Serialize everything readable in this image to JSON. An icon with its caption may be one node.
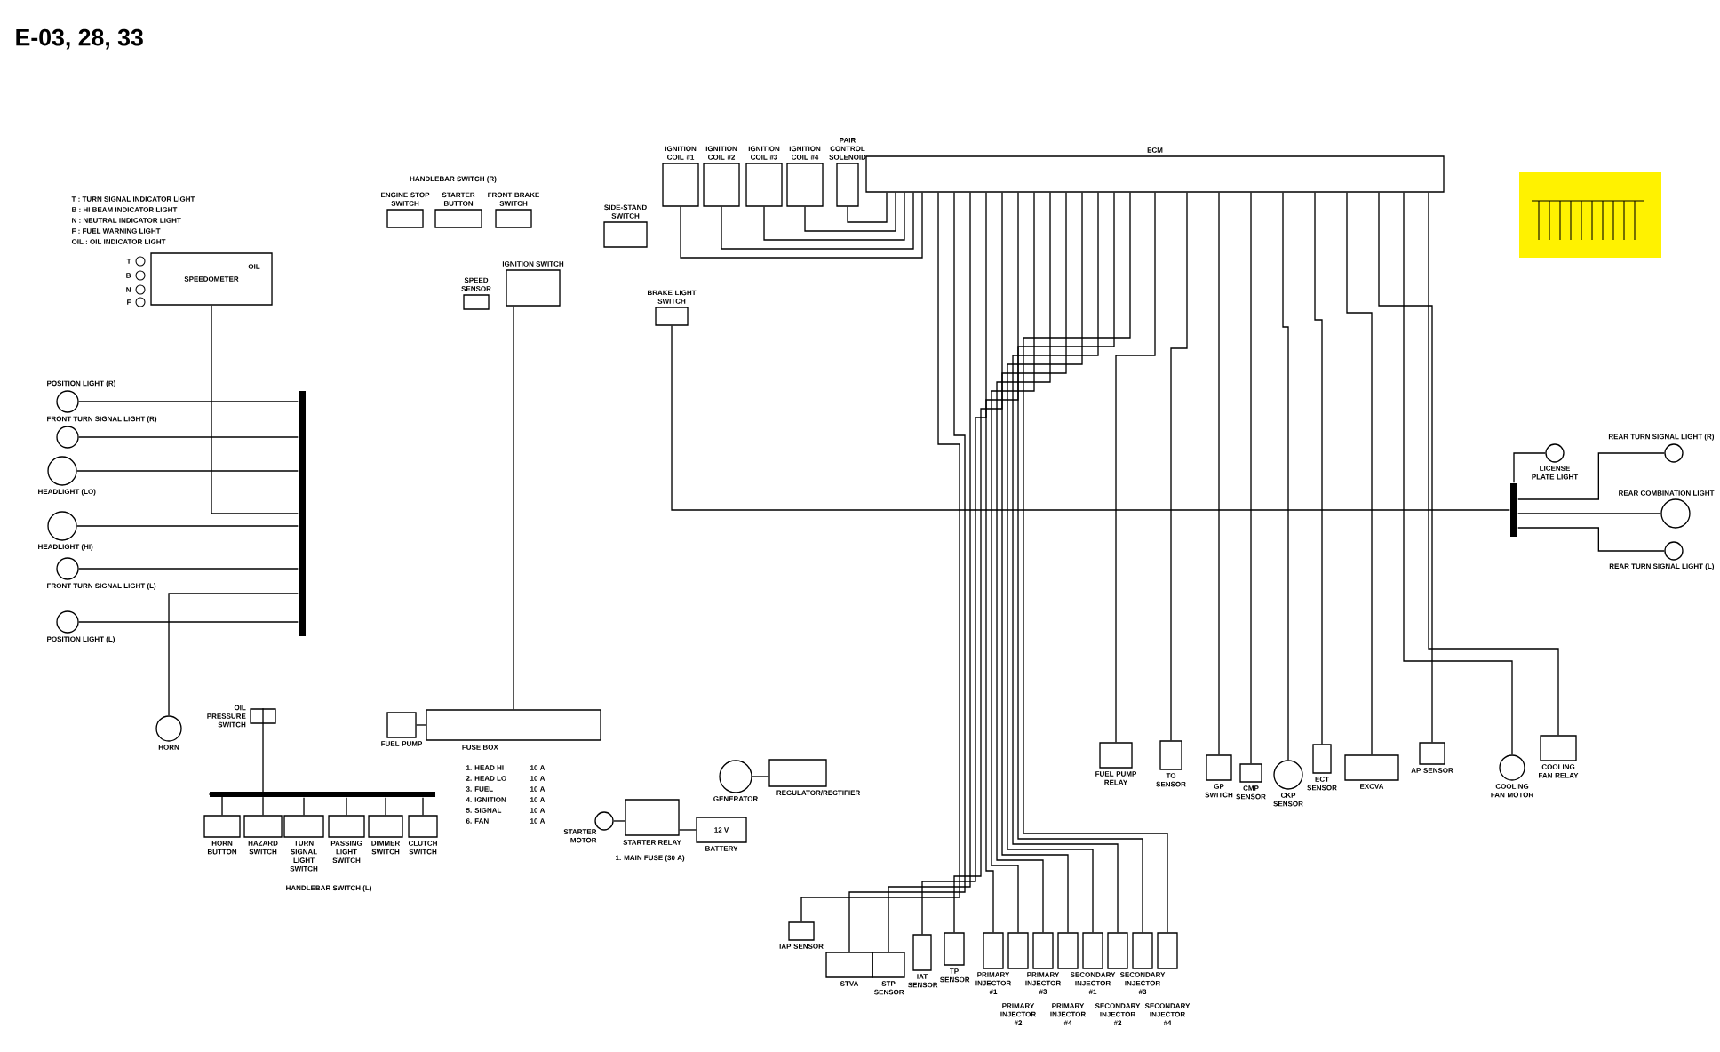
{
  "diagram": {
    "title": "E-03, 28, 33",
    "nodes": [
      {
        "text": [
          "SPEEDOMETER"
        ]
      },
      {
        "text": [
          "ECM"
        ]
      },
      {
        "text": [
          "ENGINE STOP SWITCH"
        ]
      },
      {
        "text": [
          "STARTER BUTTON"
        ]
      },
      {
        "text": [
          "FRONT BRAKE SWITCH"
        ]
      },
      {
        "text": [
          "SPEED SENSOR"
        ]
      },
      {
        "text": [
          "IGNITION SWITCH"
        ]
      },
      {
        "text": [
          "SIDE-STAND SWITCH"
        ]
      },
      {
        "text": [
          "BRAKE LIGHT SWITCH"
        ]
      },
      {
        "text": [
          "IGNITION COIL #1"
        ]
      },
      {
        "text": [
          "IGNITION COIL #2"
        ]
      },
      {
        "text": [
          "IGNITION COIL #3"
        ]
      },
      {
        "text": [
          "IGNITION COIL #4"
        ]
      },
      {
        "text": [
          "PAIR CONTROL SOLENOID"
        ]
      },
      {
        "text": [
          "POSITION LIGHT (R)"
        ]
      },
      {
        "text": [
          "FRONT TURN SIGNAL LIGHT (R)"
        ]
      },
      {
        "text": [
          "HEADLIGHT (LO)"
        ]
      },
      {
        "text": [
          "HEADLIGHT (HI)"
        ]
      },
      {
        "text": [
          "FRONT TURN SIGNAL LIGHT (L)"
        ]
      },
      {
        "text": [
          "POSITION LIGHT (L)"
        ]
      },
      {
        "text": [
          "HORN"
        ]
      },
      {
        "text": [
          "OIL PRESSURE SWITCH"
        ]
      },
      {
        "text": [
          "HORN BUTTON"
        ]
      },
      {
        "text": [
          "HAZARD SWITCH"
        ]
      },
      {
        "text": [
          "TURN SIGNAL LIGHT SWITCH"
        ]
      },
      {
        "text": [
          "PASSING LIGHT SWITCH"
        ]
      },
      {
        "text": [
          "DIMMER SWITCH"
        ]
      },
      {
        "text": [
          "CLUTCH SWITCH"
        ]
      },
      {
        "text": [
          "FUEL PUMP"
        ]
      },
      {
        "text": [
          "FUSE BOX"
        ]
      },
      {
        "text": [
          "STARTER MOTOR"
        ]
      },
      {
        "text": [
          "STARTER RELAY"
        ]
      },
      {
        "text": [
          "12 V",
          "BATTERY"
        ]
      },
      {
        "text": [
          "GENERATOR"
        ]
      },
      {
        "text": [
          "REGULATOR/RECTIFIER"
        ]
      },
      {
        "text": [
          "IAP SENSOR"
        ]
      },
      {
        "text": [
          "STVA"
        ]
      },
      {
        "text": [
          "STP SENSOR"
        ]
      },
      {
        "text": [
          "IAT SENSOR"
        ]
      },
      {
        "text": [
          "TP SENSOR"
        ]
      },
      {
        "text": [
          "PRIMARY INJECTOR #1"
        ]
      },
      {
        "text": [
          "PRIMARY INJECTOR #2"
        ]
      },
      {
        "text": [
          "PRIMARY INJECTOR #3"
        ]
      },
      {
        "text": [
          "PRIMARY INJECTOR #4"
        ]
      },
      {
        "text": [
          "SECONDARY INJECTOR #1"
        ]
      },
      {
        "text": [
          "SECONDARY INJECTOR #2"
        ]
      },
      {
        "text": [
          "SECONDARY INJECTOR #3"
        ]
      },
      {
        "text": [
          "SECONDARY INJECTOR #4"
        ]
      },
      {
        "text": [
          "FUEL PUMP RELAY"
        ]
      },
      {
        "text": [
          "TO SENSOR"
        ]
      },
      {
        "text": [
          "GP SWITCH"
        ]
      },
      {
        "text": [
          "CMP SENSOR"
        ]
      },
      {
        "text": [
          "CKP SENSOR"
        ]
      },
      {
        "text": [
          "ECT SENSOR"
        ]
      },
      {
        "text": [
          "EXCVA"
        ]
      },
      {
        "text": [
          "AP SENSOR"
        ]
      },
      {
        "text": [
          "COOLING FAN MOTOR"
        ]
      },
      {
        "text": [
          "COOLING FAN RELAY"
        ]
      },
      {
        "text": [
          "LICENSE PLATE LIGHT"
        ]
      },
      {
        "text": [
          "REAR TURN SIGNAL LIGHT (R)"
        ]
      },
      {
        "text": [
          "REAR COMBINATION LIGHT"
        ]
      },
      {
        "text": [
          "REAR TURN SIGNAL LIGHT (L)"
        ]
      },
      {
        "text": [],
        "shape": "bar"
      },
      {
        "text": [],
        "shape": "bar"
      },
      {
        "text": [],
        "shape": "bar"
      }
    ],
    "edges": [
      {
        "from": 14,
        "to": 62,
        "arrow": "none"
      },
      {
        "from": 15,
        "to": 62,
        "arrow": "none"
      },
      {
        "from": 16,
        "to": 62,
        "arrow": "none"
      },
      {
        "from": 17,
        "to": 62,
        "arrow": "none"
      },
      {
        "from": 18,
        "to": 62,
        "arrow": "none"
      },
      {
        "from": 19,
        "to": 62,
        "arrow": "none"
      },
      {
        "from": 0,
        "to": 62,
        "arrow": "none"
      },
      {
        "from": 20,
        "to": 62,
        "arrow": "none"
      },
      {
        "from": 22,
        "to": 63,
        "arrow": "none"
      },
      {
        "from": 23,
        "to": 63,
        "arrow": "none"
      },
      {
        "from": 24,
        "to": 63,
        "arrow": "none"
      },
      {
        "from": 25,
        "to": 63,
        "arrow": "none"
      },
      {
        "from": 26,
        "to": 63,
        "arrow": "none"
      },
      {
        "from": 27,
        "to": 63,
        "arrow": "none"
      },
      {
        "from": 21,
        "to": 63,
        "arrow": "none"
      },
      {
        "from": 28,
        "to": 29,
        "arrow": "none"
      },
      {
        "from": 30,
        "to": 31,
        "arrow": "none"
      },
      {
        "from": 32,
        "to": 31,
        "arrow": "none"
      },
      {
        "from": 33,
        "to": 34,
        "arrow": "none"
      },
      {
        "from": 29,
        "to": 6,
        "arrow": "none"
      },
      {
        "from": 8,
        "to": 64,
        "arrow": "none"
      },
      {
        "from": 58,
        "to": 64,
        "arrow": "none"
      },
      {
        "from": 59,
        "to": 64,
        "arrow": "none"
      },
      {
        "from": 60,
        "to": 64,
        "arrow": "none"
      },
      {
        "from": 61,
        "to": 64,
        "arrow": "none"
      },
      {
        "from": 9,
        "to": 1,
        "arrow": "none"
      },
      {
        "from": 10,
        "to": 1,
        "arrow": "none"
      },
      {
        "from": 11,
        "to": 1,
        "arrow": "none"
      },
      {
        "from": 12,
        "to": 1,
        "arrow": "none"
      },
      {
        "from": 13,
        "to": 1,
        "arrow": "none"
      },
      {
        "from": 35,
        "to": 1,
        "arrow": "none"
      },
      {
        "from": 36,
        "to": 1,
        "arrow": "none"
      },
      {
        "from": 37,
        "to": 1,
        "arrow": "none"
      },
      {
        "from": 38,
        "to": 1,
        "arrow": "none"
      },
      {
        "from": 39,
        "to": 1,
        "arrow": "none"
      },
      {
        "from": 40,
        "to": 1,
        "arrow": "none"
      },
      {
        "from": 41,
        "to": 1,
        "arrow": "none"
      },
      {
        "from": 42,
        "to": 1,
        "arrow": "none"
      },
      {
        "from": 43,
        "to": 1,
        "arrow": "none"
      },
      {
        "from": 44,
        "to": 1,
        "arrow": "none"
      },
      {
        "from": 45,
        "to": 1,
        "arrow": "none"
      },
      {
        "from": 46,
        "to": 1,
        "arrow": "none"
      },
      {
        "from": 47,
        "to": 1,
        "arrow": "none"
      },
      {
        "from": 48,
        "to": 1,
        "arrow": "none"
      },
      {
        "from": 49,
        "to": 1,
        "arrow": "none"
      },
      {
        "from": 50,
        "to": 1,
        "arrow": "none"
      },
      {
        "from": 51,
        "to": 1,
        "arrow": "none"
      },
      {
        "from": 52,
        "to": 1,
        "arrow": "none"
      },
      {
        "from": 53,
        "to": 1,
        "arrow": "none"
      },
      {
        "from": 54,
        "to": 1,
        "arrow": "none"
      },
      {
        "from": 55,
        "to": 1,
        "arrow": "none"
      },
      {
        "from": 56,
        "to": 1,
        "arrow": "none"
      },
      {
        "from": 57,
        "to": 1,
        "arrow": "none"
      }
    ],
    "labels": [
      "T : TURN SIGNAL INDICATOR LIGHT",
      "B : HI BEAM INDICATOR LIGHT",
      "N : NEUTRAL INDICATOR LIGHT",
      "F : FUEL WARNING LIGHT",
      "OIL : OIL INDICATOR LIGHT",
      "HANDLEBAR SWITCH (R)",
      "T",
      "B",
      "N",
      "F",
      "OIL",
      "HANDLEBAR SWITCH (L)",
      "1. HEAD HI",
      "10 A",
      "2. HEAD LO",
      "10 A",
      "3. FUEL",
      "10 A",
      "4. IGNITION",
      "10 A",
      "5. SIGNAL",
      "10 A",
      "6. FAN",
      "10 A",
      "1. MAIN FUSE (30 A)"
    ]
  }
}
